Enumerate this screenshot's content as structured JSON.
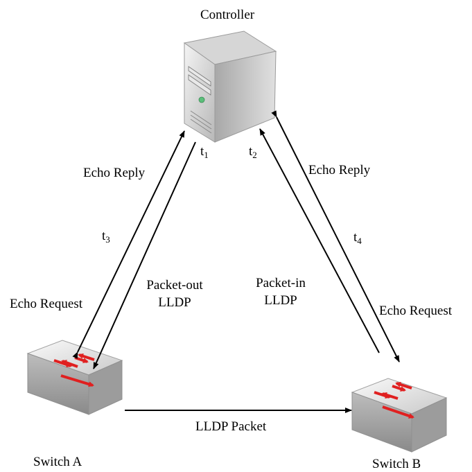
{
  "controller": {
    "label": "Controller"
  },
  "switch_a": {
    "label": "Switch A"
  },
  "switch_b": {
    "label": "Switch B"
  },
  "links": {
    "echo_reply_left": "Echo Reply",
    "echo_request_left": "Echo Request",
    "echo_reply_right": "Echo Reply",
    "echo_request_right": "Echo Request",
    "packet_out_line1": "Packet-out",
    "packet_out_line2": "LLDP",
    "packet_in_line1": "Packet-in",
    "packet_in_line2": "LLDP",
    "lldp_packet": "LLDP Packet"
  },
  "timestamps": {
    "t1": {
      "base": "t",
      "sub": "1"
    },
    "t2": {
      "base": "t",
      "sub": "2"
    },
    "t3": {
      "base": "t",
      "sub": "3"
    },
    "t4": {
      "base": "t",
      "sub": "4"
    }
  },
  "colors": {
    "arrow": "#000000",
    "switch_arrow": "#e02020",
    "device": "#c8c8c8"
  },
  "icons": {
    "controller": "server-icon",
    "switch": "network-switch-icon"
  }
}
